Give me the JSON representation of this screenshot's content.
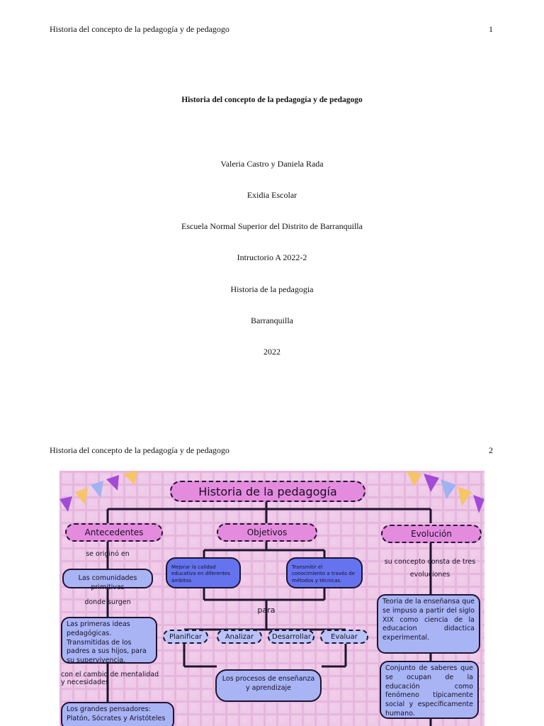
{
  "page1": {
    "running_head": "Historia del concepto de la pedagogía y de pedagogo",
    "page_number": "1",
    "title": "Historia del concepto de la pedagogía y de pedagogo",
    "authors": "Valeria Castro y Daniela Rada",
    "subject": "Exidia Escolar",
    "institution": "Escuela Normal Superior del Distrito de Barranquilla",
    "course": "Intructorio A 2022-2",
    "topic": "Historia de la pedagogia",
    "city": "Barranquilla",
    "year": "2022"
  },
  "page2": {
    "running_head": "Historia del concepto de la pedagogía y de pedagogo",
    "page_number": "2"
  },
  "concept_map": {
    "colors": {
      "background": "#e6b6df",
      "pill": "#e58bde",
      "box": "#a9b4f5",
      "box_dark": "#6574ee",
      "outline": "#1d1430"
    },
    "title": "Historia de la pedagogía",
    "antecedentes": {
      "heading": "Antecedentes",
      "link1": "se originó en",
      "box1": "Las comunidades primitivas",
      "link2": "donde surgen",
      "box2": "Las primeras ideas pedagógicas. Transmitidas de los padres a sus hijos, para su supervivencia.",
      "link3": "con el cambio de mentalidad y necesidades",
      "box3": "Los grandes pensadores: Platón, Sócrates y Aristóteles"
    },
    "objetivos": {
      "heading": "Objetivos",
      "box1": "Mejorar la calidad educativa en diferentes ámbitos",
      "box2": "Transmitir el conocimiento a través de métodos y técnicas.",
      "link": "para",
      "verbs": [
        "Planificar",
        "Analizar",
        "Desarrollar",
        "Evaluar"
      ],
      "box3": "Los procesos de enseñanza y aprendizaje"
    },
    "evolucion": {
      "heading": "Evolución",
      "link": "su concepto consta de tres evoluciones",
      "box1": "Teoria de la enseñansa que se impuso a partir del siglo XIX como ciencia de la educacion didactica experimental.",
      "box2": "Conjunto de saberes que se ocupan de la educación como fenómeno típicamente social y específicamente humano."
    }
  }
}
